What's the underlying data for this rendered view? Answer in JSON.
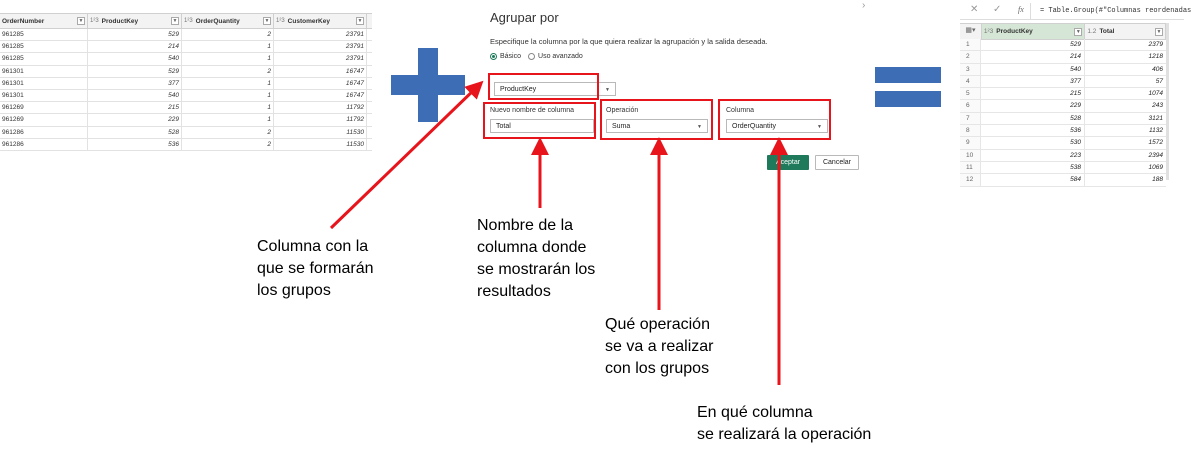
{
  "left_table": {
    "columns": [
      {
        "type_icon": "",
        "label": "OrderNumber"
      },
      {
        "type_icon": "1²3",
        "label": "ProductKey"
      },
      {
        "type_icon": "1²3",
        "label": "OrderQuantity"
      },
      {
        "type_icon": "1²3",
        "label": "CustomerKey"
      }
    ],
    "rows": [
      [
        "961285",
        "529",
        "2",
        "23791"
      ],
      [
        "961285",
        "214",
        "1",
        "23791"
      ],
      [
        "961285",
        "540",
        "1",
        "23791"
      ],
      [
        "961301",
        "529",
        "2",
        "16747"
      ],
      [
        "961301",
        "377",
        "1",
        "16747"
      ],
      [
        "961301",
        "540",
        "1",
        "16747"
      ],
      [
        "961269",
        "215",
        "1",
        "11792"
      ],
      [
        "961269",
        "229",
        "1",
        "11792"
      ],
      [
        "961286",
        "528",
        "2",
        "11530"
      ],
      [
        "961286",
        "536",
        "2",
        "11530"
      ]
    ]
  },
  "dialog": {
    "title": "Agrupar por",
    "close_glyph": "›",
    "description": "Especifique la columna por la que quiera realizar la agrupación y la salida deseada.",
    "radio_basic": "Básico",
    "radio_advanced": "Uso avanzado",
    "group_by_value": "ProductKey",
    "new_column_label": "Nuevo nombre de columna",
    "new_column_value": "Total",
    "operation_label": "Operación",
    "operation_value": "Suma",
    "column_label": "Columna",
    "column_value": "OrderQuantity",
    "ok_label": "Aceptar",
    "cancel_label": "Cancelar"
  },
  "result": {
    "formula": "= Table.Group(#\"Columnas reordenadas",
    "fx": "fx",
    "columns": [
      {
        "type_icon": "1²3",
        "label": "ProductKey"
      },
      {
        "type_icon": "1.2",
        "label": "Total"
      }
    ],
    "rows": [
      [
        "1",
        "529",
        "2379"
      ],
      [
        "2",
        "214",
        "1218"
      ],
      [
        "3",
        "540",
        "406"
      ],
      [
        "4",
        "377",
        "57"
      ],
      [
        "5",
        "215",
        "1074"
      ],
      [
        "6",
        "229",
        "243"
      ],
      [
        "7",
        "528",
        "3121"
      ],
      [
        "8",
        "536",
        "1132"
      ],
      [
        "9",
        "530",
        "1572"
      ],
      [
        "10",
        "223",
        "2394"
      ],
      [
        "11",
        "538",
        "1069"
      ],
      [
        "12",
        "584",
        "188"
      ]
    ]
  },
  "annotations": {
    "group_column": [
      "Columna con la",
      "que se formarán",
      "los grupos"
    ],
    "result_name": [
      "Nombre de la",
      "columna donde",
      "se mostrarán los",
      "resultados"
    ],
    "operation": [
      "Qué operación",
      "se va a realizar",
      "con los grupos"
    ],
    "target_column": [
      "En qué columna",
      "se realizará la operación"
    ]
  },
  "colors": {
    "accent_blue": "#3d6db5",
    "highlight_red": "#e8141b",
    "button_green": "#1f7a5c"
  }
}
